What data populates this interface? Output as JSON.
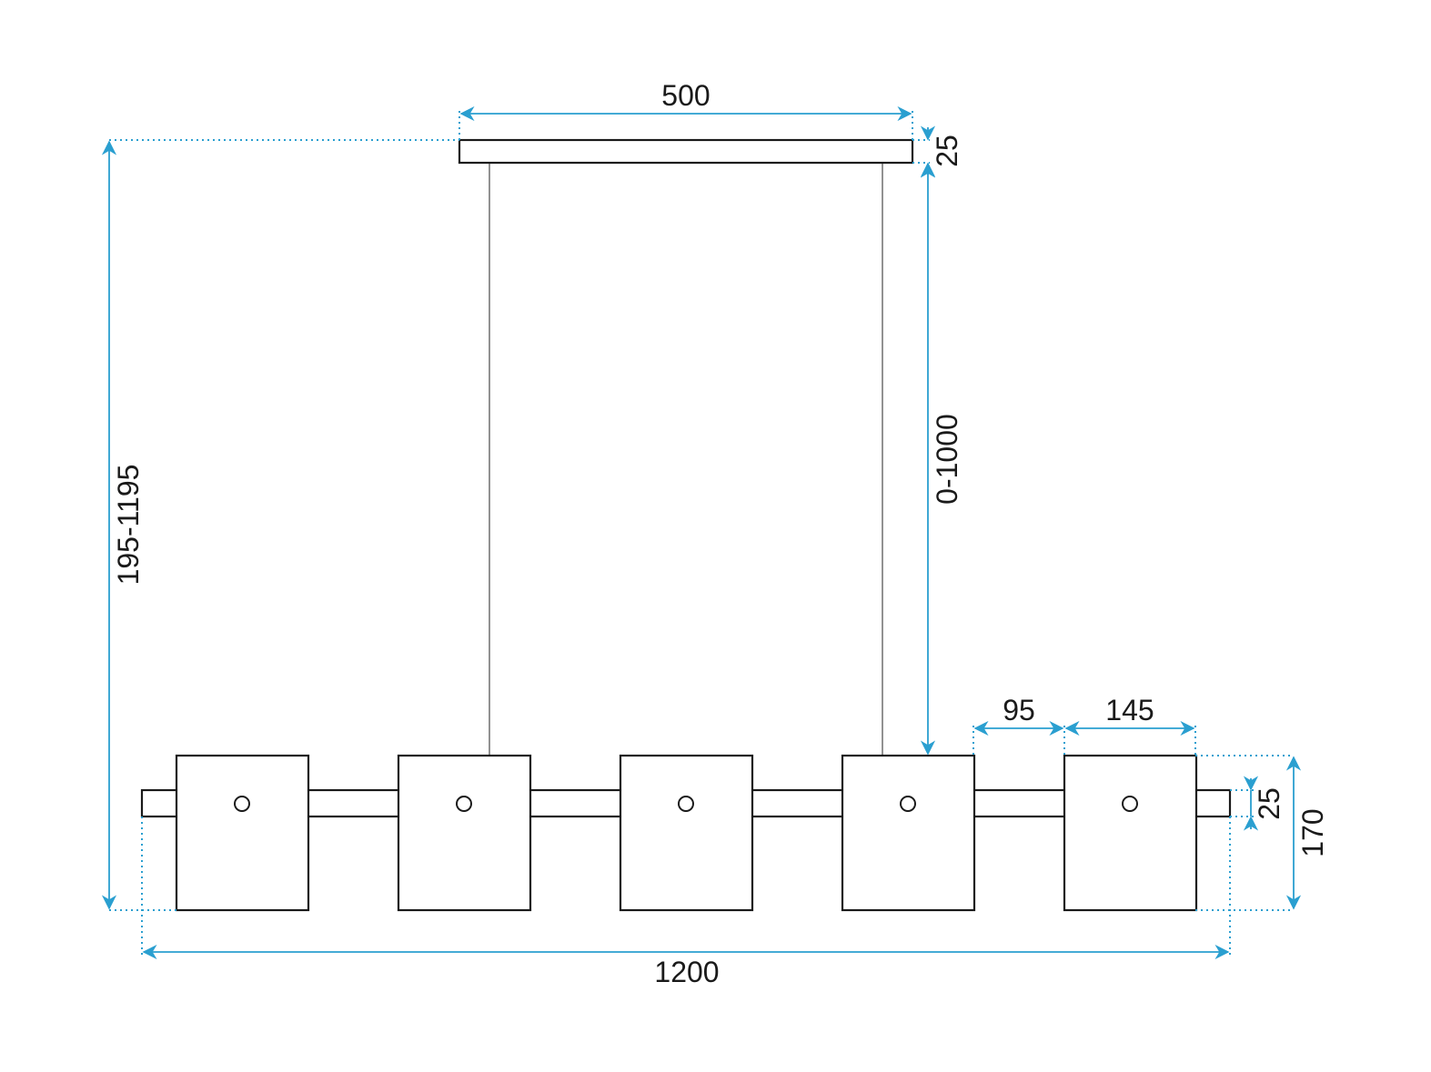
{
  "diagram": {
    "title": "Pendant lamp dimensions",
    "dimension_color": "#2a9fd0",
    "labels": {
      "canopy_width": "500",
      "canopy_height": "25",
      "cable_length": "0-1000",
      "total_height": "195-1195",
      "spacing": "95",
      "shade_width": "145",
      "bar_height": "25",
      "shade_height": "170",
      "total_width": "1200"
    },
    "shade_count": 5
  }
}
